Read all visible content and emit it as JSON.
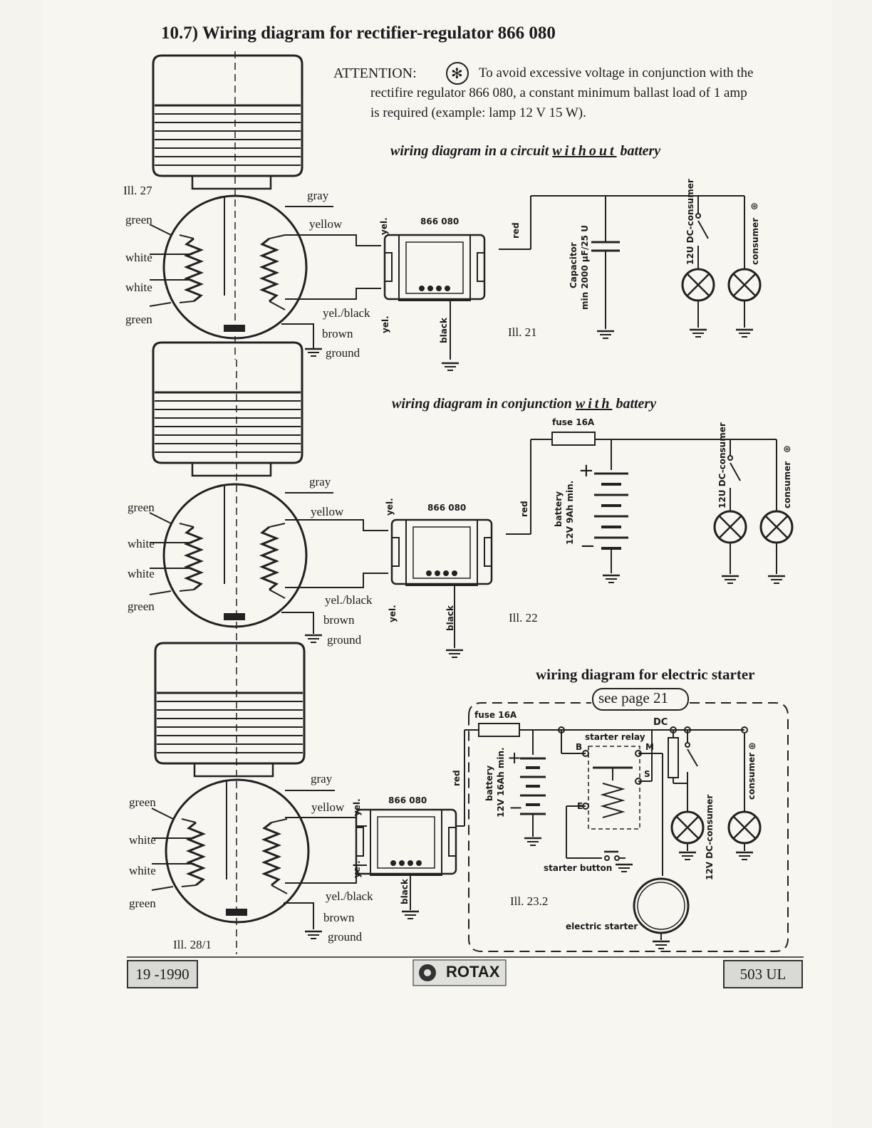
{
  "title": "10.7) Wiring diagram for rectifier-regulator 866 080",
  "attention": {
    "label": "ATTENTION:",
    "line1": "To avoid excessive voltage in conjunction with the",
    "line2": "rectifire regulator 866 080, a constant minimum ballast load of 1 amp",
    "line3": "is required (example: lamp 12 V 15 W)."
  },
  "diagram1": {
    "heading_a": "wiring diagram in a circuit",
    "heading_b": "without",
    "heading_c": "battery",
    "ill_left": "Ill. 27",
    "ill_right": "Ill. 21",
    "wires": {
      "gray": "gray",
      "yellow": "yellow",
      "yel_black": "yel./black",
      "brown": "brown",
      "ground": "ground",
      "green1": "green",
      "white1": "white",
      "white2": "white",
      "green2": "green",
      "yel_top": "yel.",
      "yel_bottom": "yel.",
      "red": "red",
      "black": "black"
    },
    "regulator": "866 080",
    "capacitor": "Capacitor",
    "capacitor_spec": "min 2000 µF/25 U",
    "consumer_dc": "12U DC-consumer",
    "consumer": "consumer"
  },
  "diagram2": {
    "heading_a": "wiring diagram in conjunction",
    "heading_b": "with",
    "heading_c": "battery",
    "ill_right": "Ill. 22",
    "fuse": "fuse 16A",
    "battery": "battery",
    "battery_spec": "12V 9Ah min.",
    "wires": {
      "gray": "gray",
      "yellow": "yellow",
      "yel_black": "yel./black",
      "brown": "brown",
      "ground": "ground",
      "green1": "green",
      "white1": "white",
      "white2": "white",
      "green2": "green",
      "yel_top": "yel.",
      "yel_bottom": "yel.",
      "red": "red",
      "black": "black"
    },
    "regulator": "866 080",
    "consumer_dc": "12U DC-consumer",
    "consumer": "consumer"
  },
  "diagram3": {
    "heading": "wiring diagram for electric starter",
    "see_page": "see page 21",
    "ill_left": "Ill. 28/1",
    "ill_right": "Ill. 23.2",
    "fuse": "fuse 16A",
    "battery": "battery",
    "battery_spec": "12V 16Ah min.",
    "starter_relay": "starter relay",
    "starter_button": "starter button",
    "electric_starter": "electric starter",
    "dc": "DC",
    "b": "B",
    "m": "M",
    "s": "S",
    "e": "E",
    "wires": {
      "gray": "gray",
      "yellow": "yellow",
      "yel_black": "yel./black",
      "brown": "brown",
      "ground": "ground",
      "green1": "green",
      "white1": "white",
      "white2": "white",
      "green2": "green",
      "yel_top": "yel.",
      "yel_bottom": "yel.",
      "red": "red",
      "black": "black"
    },
    "regulator": "866 080",
    "consumer_dc": "12V DC-consumer",
    "consumer": "consumer"
  },
  "footer": {
    "left": "19 -1990",
    "center": "ROTAX",
    "right": "503 UL"
  }
}
